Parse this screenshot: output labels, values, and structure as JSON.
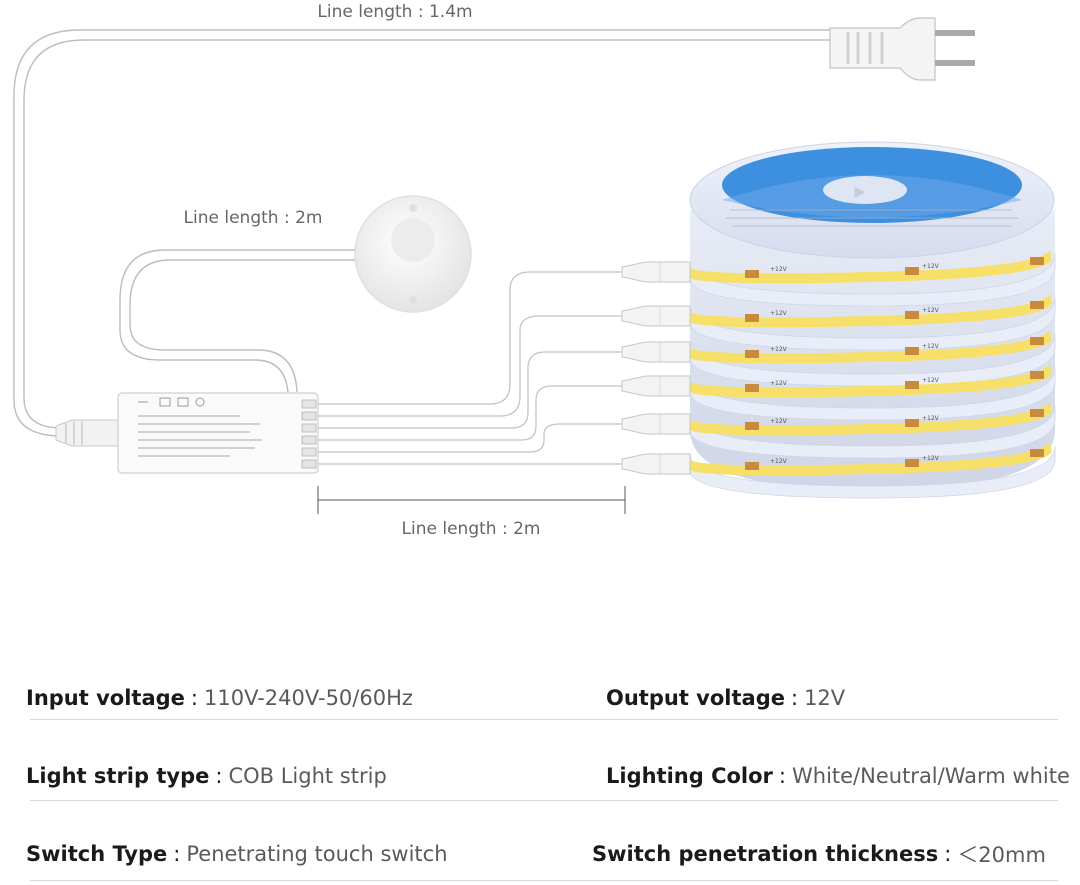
{
  "diagram": {
    "plug_cable_label": "Line length : 1.4m",
    "switch_cable_label": "Line length : 2m",
    "strip_cable_label": "Line length : 2m",
    "strip_voltage_mark": "+12V"
  },
  "specs": [
    {
      "left": {
        "key": "Input voltage",
        "value": "110V-240V-50/60Hz"
      },
      "right": {
        "key": "Output voltage",
        "value": "12V"
      }
    },
    {
      "left": {
        "key": "Light strip type",
        "value": "COB Light strip"
      },
      "right": {
        "key": "Lighting Color",
        "value": "White/Neutral/Warm white"
      }
    },
    {
      "left": {
        "key": "Switch Type",
        "value": "Penetrating touch switch"
      },
      "right": {
        "key": "Switch penetration thickness",
        "value": "＜20mm"
      }
    }
  ],
  "separator": ":",
  "colors": {
    "led_yellow": "#f7e06a",
    "led_blue": "#3d8fe0",
    "cable_gray": "#b8b8b8",
    "divider": "#d8d8d8"
  }
}
